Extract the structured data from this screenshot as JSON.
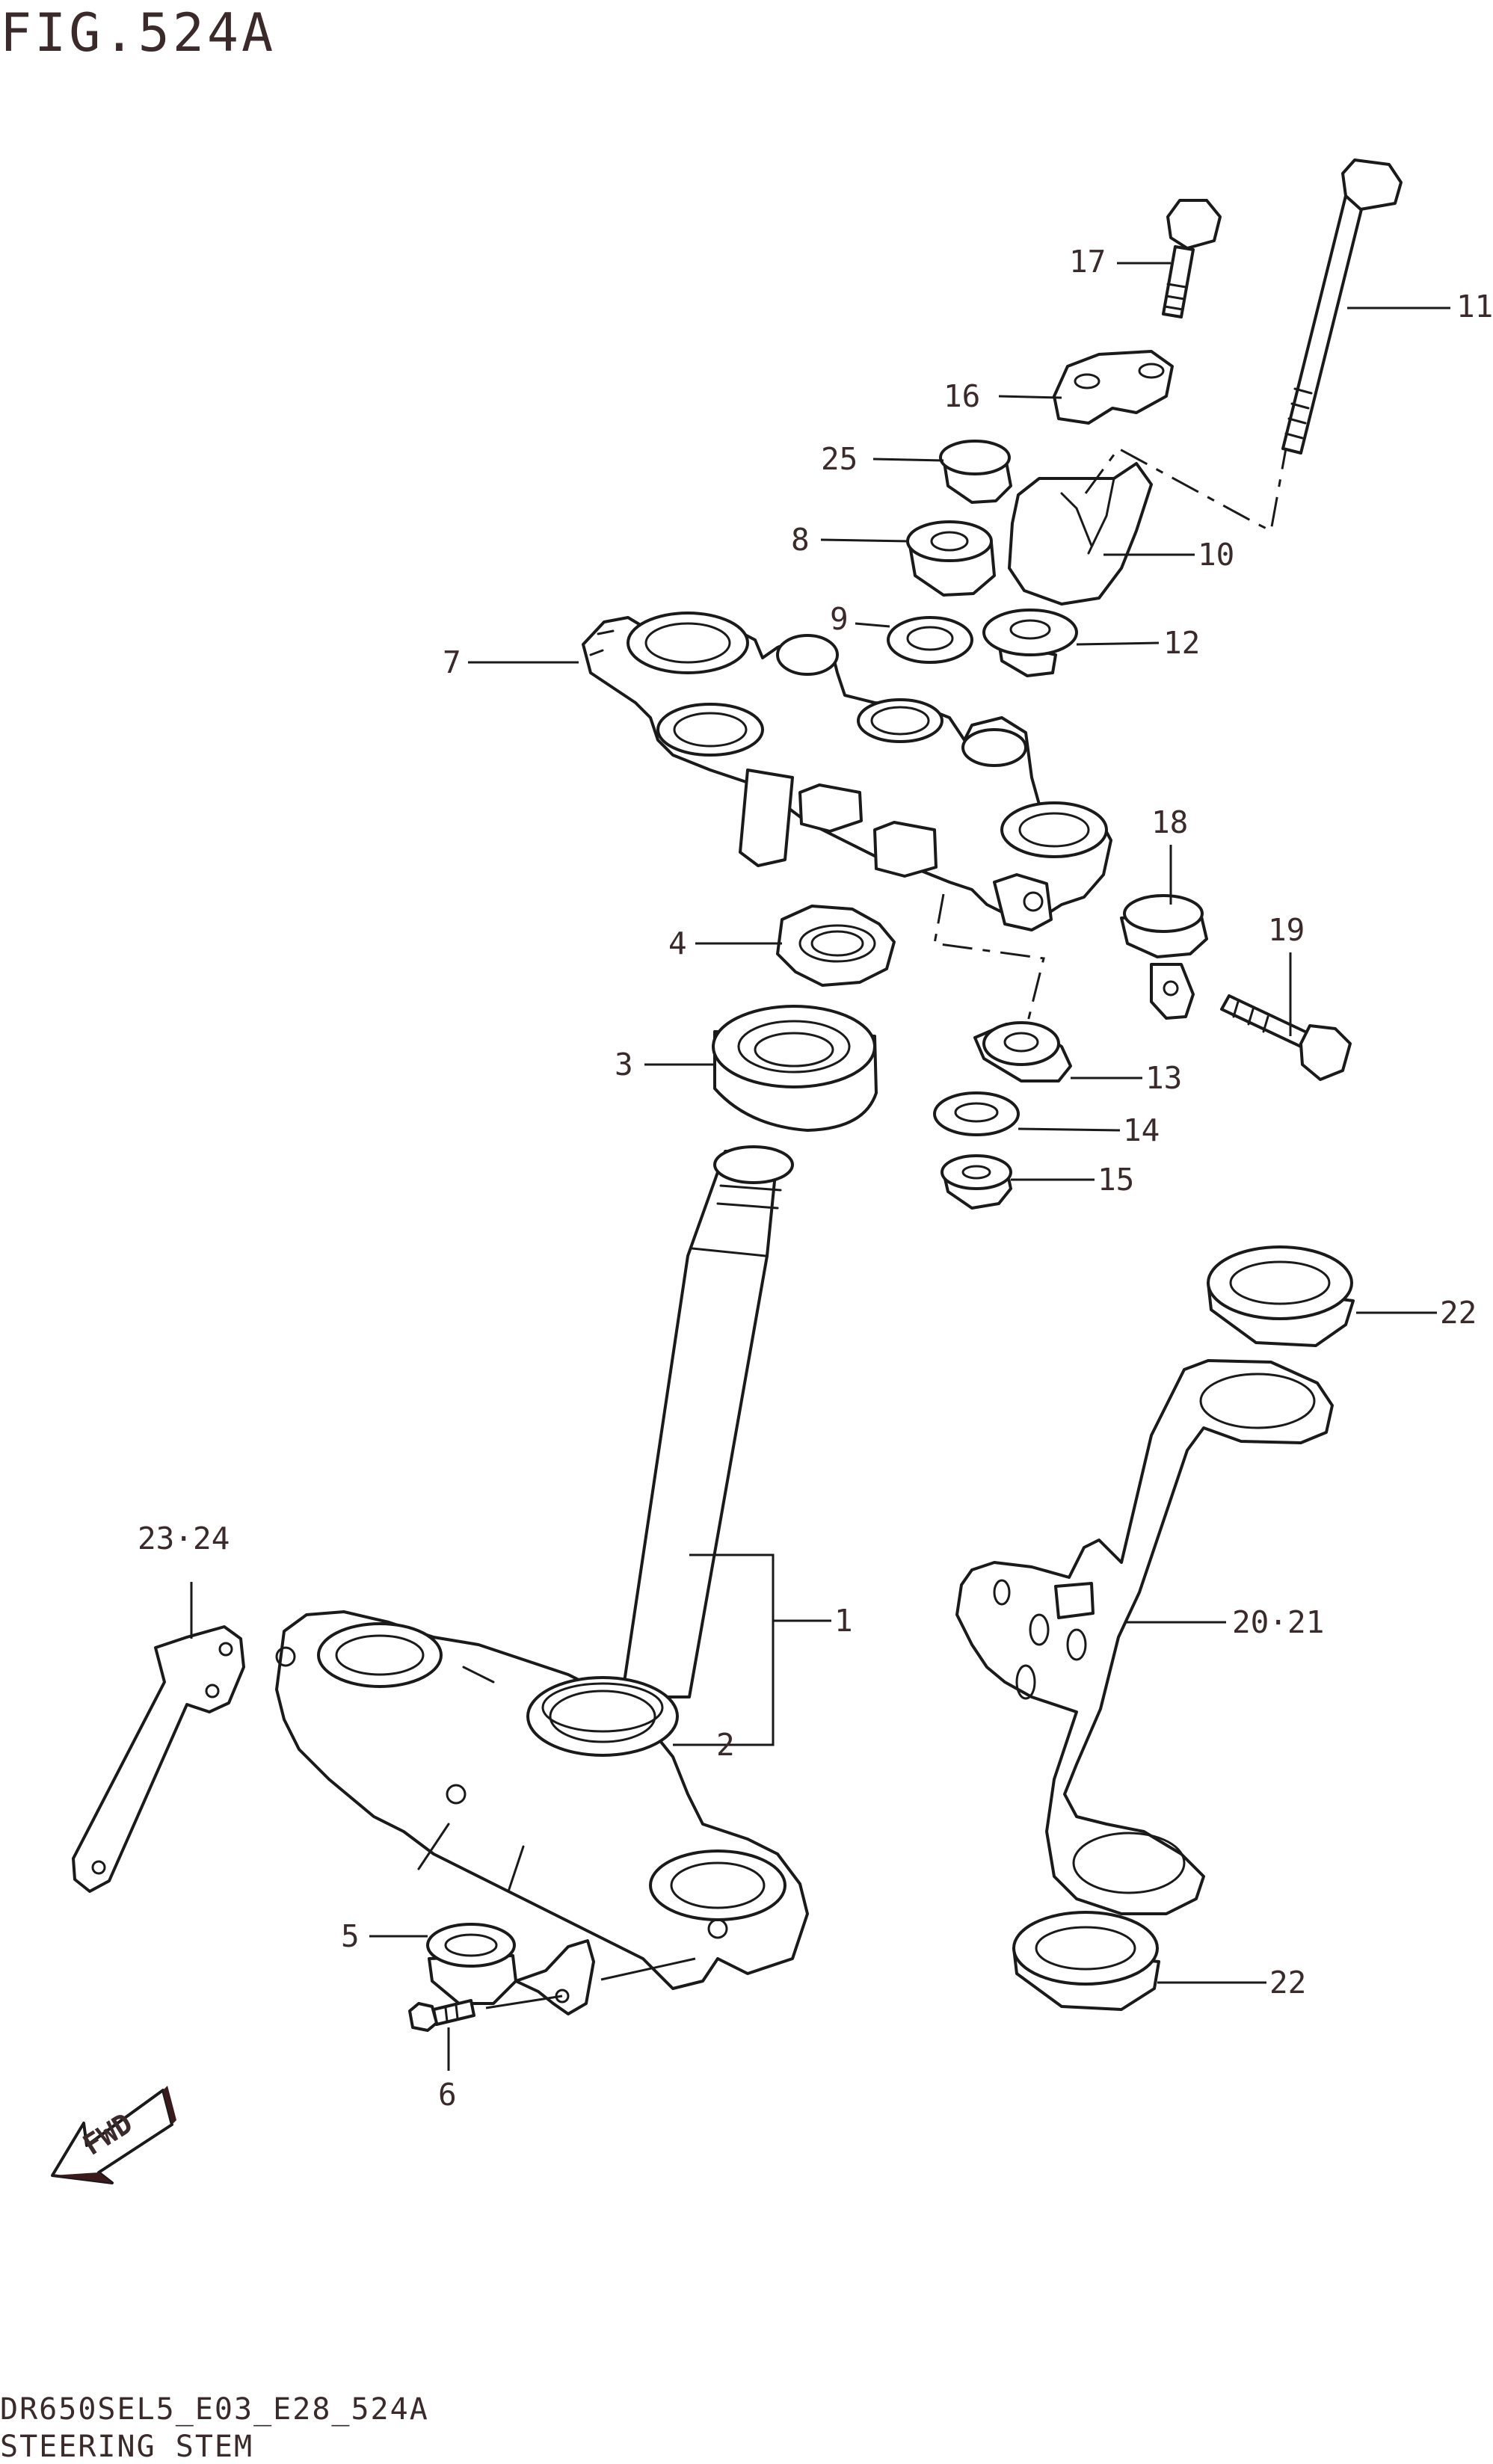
{
  "figure_title": "FIG.524A",
  "model_code": "DR650SEL5_E03_E28_524A",
  "section_name": "STEERING STEM",
  "fwd_label": "FWD",
  "callouts": {
    "p1": "1",
    "p2": "2",
    "p3": "3",
    "p4": "4",
    "p5": "5",
    "p6": "6",
    "p7": "7",
    "p8": "8",
    "p9": "9",
    "p10": "10",
    "p11": "11",
    "p12": "12",
    "p13": "13",
    "p14": "14",
    "p15": "15",
    "p16": "16",
    "p17": "17",
    "p18": "18",
    "p19": "19",
    "p20_21": "20·21",
    "p22a": "22",
    "p22b": "22",
    "p23_24": "23·24",
    "p25": "25"
  }
}
